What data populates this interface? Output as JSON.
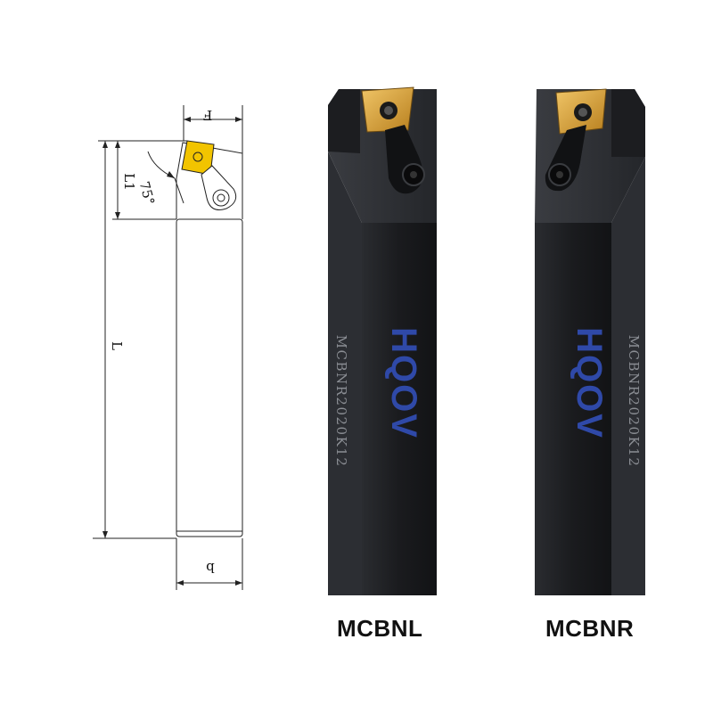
{
  "drawing": {
    "dim_f": "F",
    "dim_l1": "L1",
    "dim_angle": "75°",
    "dim_l": "L",
    "dim_b": "b"
  },
  "products": [
    {
      "caption": "MCBNL",
      "brand_mark": "HQOV",
      "engraving": "MCBNR2020K12"
    },
    {
      "caption": "MCBNR",
      "brand_mark": "HQOV",
      "engraving": "MCBNR2020K12"
    }
  ],
  "colors": {
    "holder_body": "#1e1f22",
    "holder_face": "#2b2d31",
    "insert_gold": "#d9a233",
    "brand_blue": "#2f49a8",
    "engraving_gray": "#8a8d93",
    "drawing_line": "#222222",
    "insert_yellow": "#f2c400"
  }
}
